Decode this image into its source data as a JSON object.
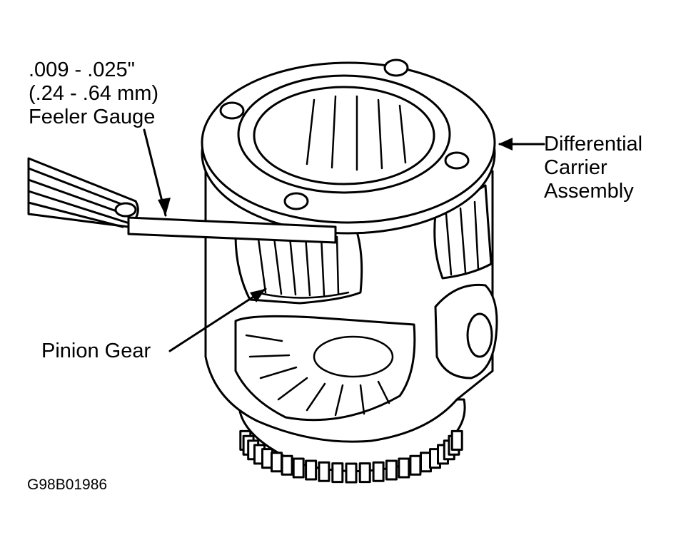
{
  "callouts": {
    "feeler_gauge": {
      "line1": ".009 - .025\"",
      "line2": "(.24 - .64 mm)",
      "line3": "Feeler Gauge"
    },
    "differential_carrier": {
      "line1": "Differential",
      "line2": "Carrier",
      "line3": "Assembly"
    },
    "pinion_gear": "Pinion Gear"
  },
  "figure_id": "G98B01986",
  "colors": {
    "ink": "#000000",
    "paper": "#ffffff"
  }
}
